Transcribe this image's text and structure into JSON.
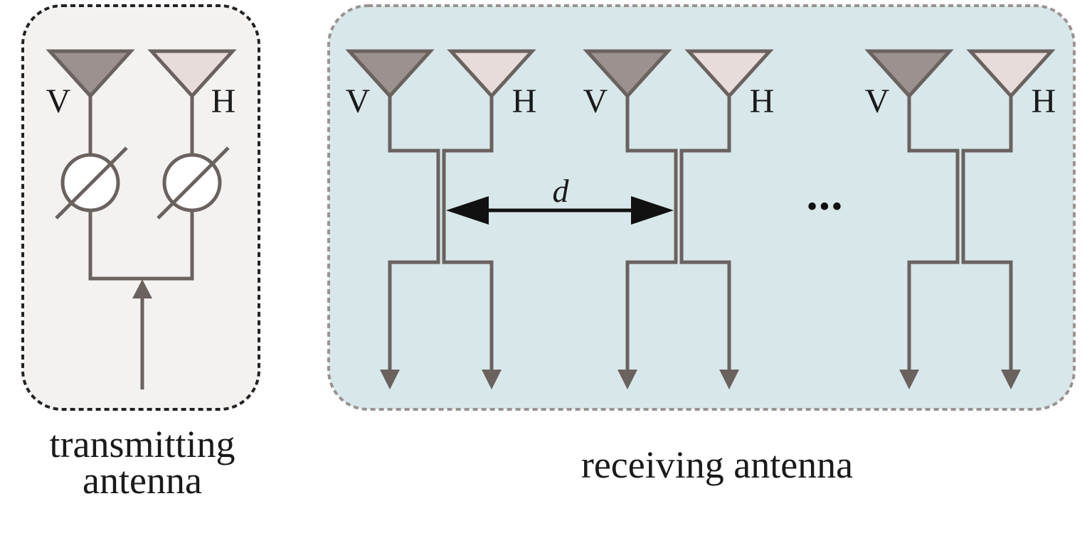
{
  "colors": {
    "line": "#6a625f",
    "v_element_fill": "#9b918e",
    "h_element_fill": "#e7dcda",
    "transmit_box_fill": "#f4f2f1",
    "receive_box_fill": "#d8e7e9",
    "transmit_border": "#222222",
    "receive_border": "#9a9390",
    "dimension_arrow": "#111111"
  },
  "transmitter": {
    "caption_line1": "transmitting",
    "caption_line2": "antenna",
    "v_label": "V",
    "h_label": "H"
  },
  "receiver": {
    "caption": "receiving antenna",
    "spacing_label": "d",
    "ellipsis": "•••",
    "pairs": [
      {
        "v_label": "V",
        "h_label": "H"
      },
      {
        "v_label": "V",
        "h_label": "H"
      },
      {
        "v_label": "V",
        "h_label": "H"
      }
    ]
  }
}
